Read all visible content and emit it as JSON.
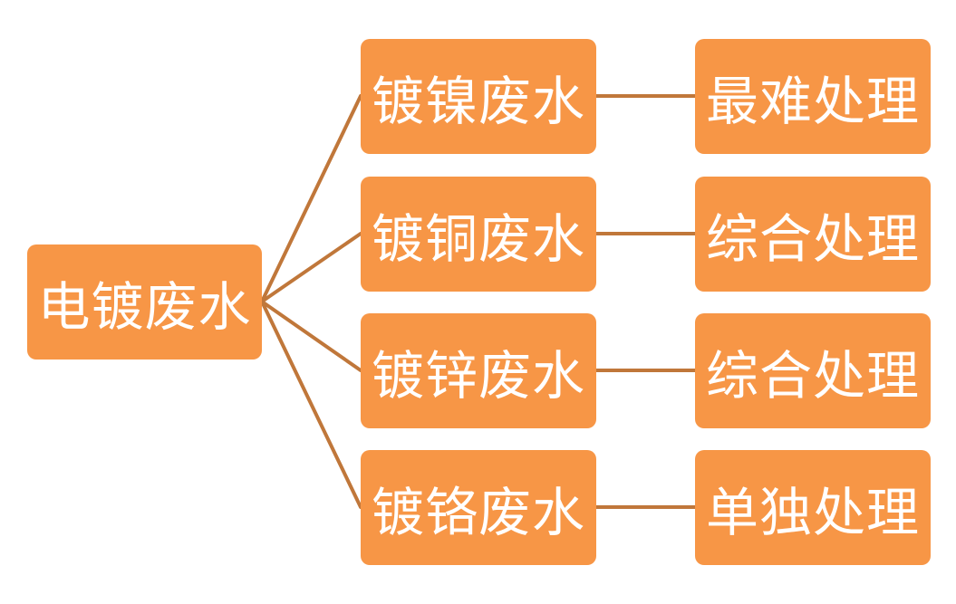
{
  "diagram": {
    "root": {
      "label": "电镀废水"
    },
    "branches": [
      {
        "label": "镀镍废水",
        "treatment": "最难处理"
      },
      {
        "label": "镀铜废水",
        "treatment": "综合处理"
      },
      {
        "label": "镀锌废水",
        "treatment": "综合处理"
      },
      {
        "label": "镀铬废水",
        "treatment": "单独处理"
      }
    ]
  },
  "colors": {
    "node_fill": "#f79646",
    "node_text": "#ffffff",
    "connector": "#c0773a"
  }
}
